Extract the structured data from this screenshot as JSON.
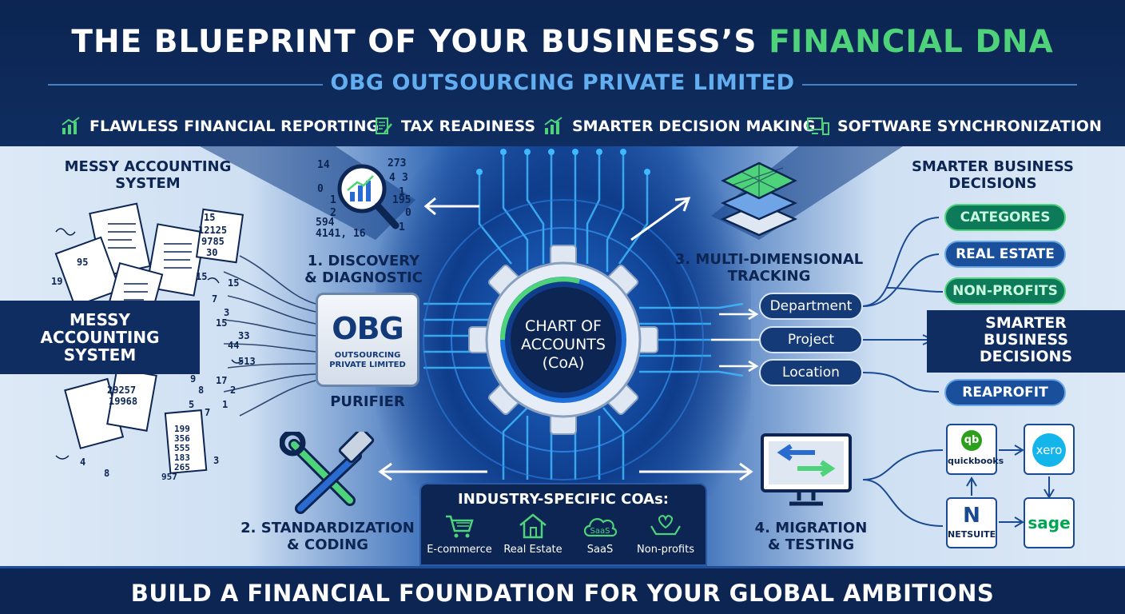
{
  "header": {
    "title_main": "THE BLUEPRINT OF YOUR BUSINESS’S",
    "title_accent": "FINANCIAL DNA",
    "subtitle": "OBG OUTSOURCING PRIVATE LIMITED",
    "benefits": [
      {
        "label": "FLAWLESS FINANCIAL REPORTING",
        "icon": "growth-chart-icon"
      },
      {
        "label": "TAX READINESS",
        "icon": "document-edit-icon"
      },
      {
        "label": "SMARTER DECISION MAKING",
        "icon": "growth-chart-icon"
      },
      {
        "label": "SOFTWARE SYNCHRONIZATION",
        "icon": "devices-icon"
      }
    ]
  },
  "left": {
    "messy_heading": [
      "MESSY ACCOUNTING",
      "SYSTEM"
    ],
    "messy_box": [
      "MESSY",
      "ACCOUNTING",
      "SYSTEM"
    ],
    "paper_numbers": [
      "15",
      "12125",
      "9785",
      "30",
      "95",
      "19",
      "15",
      "7",
      "3",
      "44",
      "33",
      "513",
      "9",
      "8",
      "17",
      "2",
      "15",
      "15",
      "1",
      "5",
      "7",
      "29257",
      "19968",
      "4",
      "8",
      "3"
    ],
    "receipt_numbers": [
      "199",
      "356",
      "555",
      "183",
      "265",
      "957"
    ]
  },
  "steps": {
    "discovery": [
      "1. DISCOVERY",
      "& DIAGNOSTIC"
    ],
    "discovery_numbers": [
      "14",
      "273",
      "4",
      "3",
      "0",
      "1",
      "1",
      "195",
      "2",
      "0",
      "594",
      "4141, 16",
      "1"
    ],
    "standardization": [
      "2. STANDARDIZATION",
      "& CODING"
    ],
    "tracking": [
      "3. MULTI-DIMENSIONAL",
      "TRACKING"
    ],
    "migration": [
      "4. MIGRATION",
      "& TESTING"
    ]
  },
  "purifier": {
    "logo": "OBG",
    "logo_sub": [
      "OUTSOURCING",
      "PRIVATE LIMITED"
    ],
    "label": "PURIFIER"
  },
  "gear": {
    "lines": [
      "CHART OF",
      "ACCOUNTS",
      "(CoA)"
    ]
  },
  "dimensions": [
    "Department",
    "Project",
    "Location"
  ],
  "right": {
    "heading": [
      "SMARTER BUSINESS",
      "DECISIONS"
    ],
    "pills": [
      {
        "label": "CATEGORES",
        "style": "green"
      },
      {
        "label": "REAL ESTATE",
        "style": "blue"
      },
      {
        "label": "NON-PROFITS",
        "style": "green"
      },
      {
        "label": "REAPROFIT",
        "style": "blue"
      }
    ],
    "box": [
      "SMARTER",
      "BUSINESS",
      "DECISIONS"
    ]
  },
  "industry": {
    "title": "INDUSTRY-SPECIFIC COAs:",
    "items": [
      {
        "label": "E-commerce",
        "icon": "cart-icon"
      },
      {
        "label": "Real Estate",
        "icon": "house-icon"
      },
      {
        "label": "SaaS",
        "icon": "cloud-saas-icon",
        "icon_text": "SaaS"
      },
      {
        "label": "Non-profits",
        "icon": "heart-hands-icon"
      }
    ]
  },
  "software": {
    "quickbooks_mark": "qb",
    "quickbooks": "quickbooks",
    "xero": "xero",
    "netsuite_mark": "N",
    "netsuite": "NETSUITE",
    "sage": "sage"
  },
  "footer": {
    "text": "BUILD A FINANCIAL FOUNDATION FOR YOUR GLOBAL AMBITIONS"
  },
  "colors": {
    "navy": "#0c2552",
    "accent_green": "#4fd37a",
    "accent_blue": "#62aef0"
  }
}
